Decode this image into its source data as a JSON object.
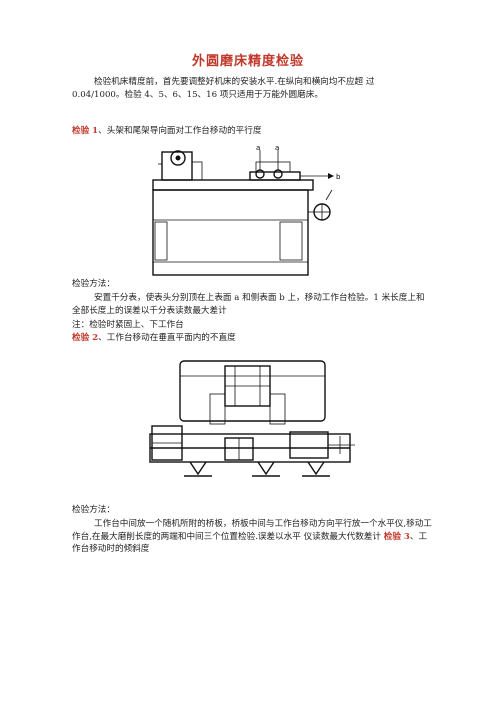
{
  "doc": {
    "title": "外圆磨床精度检验",
    "intro": "检验机床精度前，首先要调整好机床的安装水平.在纵向和横向均不应超 过 0.04/1000。检验 4、5、6、15、16 项只适用于万能外圆磨床。",
    "check1": {
      "label": "检验 1",
      "text": "、头架和尾架导向面对工作台移动的平行度",
      "figure_labels": {
        "a1": "a",
        "a2": "a",
        "b": "b"
      },
      "method_label": "检验方法：",
      "method_text": "安置千分表，使表头分别顶在上表面 a 和侧表面 b 上，移动工作台检验。1 米长度上和全部长度上的误差以千分表读数最大差计",
      "note": "注：检验时紧固上、下工作台"
    },
    "check2": {
      "label": "检验 2",
      "text": "、工作台移动在垂直平面内的不直度",
      "method_label": "检验方法：",
      "method_text": "工作台中间放一个随机所附的桥板，桥板中间与工作台移动方向平行放一个水平仪,移动工作台,在最大磨削长度的两端和中间三个位置检验.误差以水平 仪读数最大代数差计 "
    },
    "check3": {
      "label": "检验 3",
      "text": "、工作台移动时的倾斜度"
    }
  }
}
